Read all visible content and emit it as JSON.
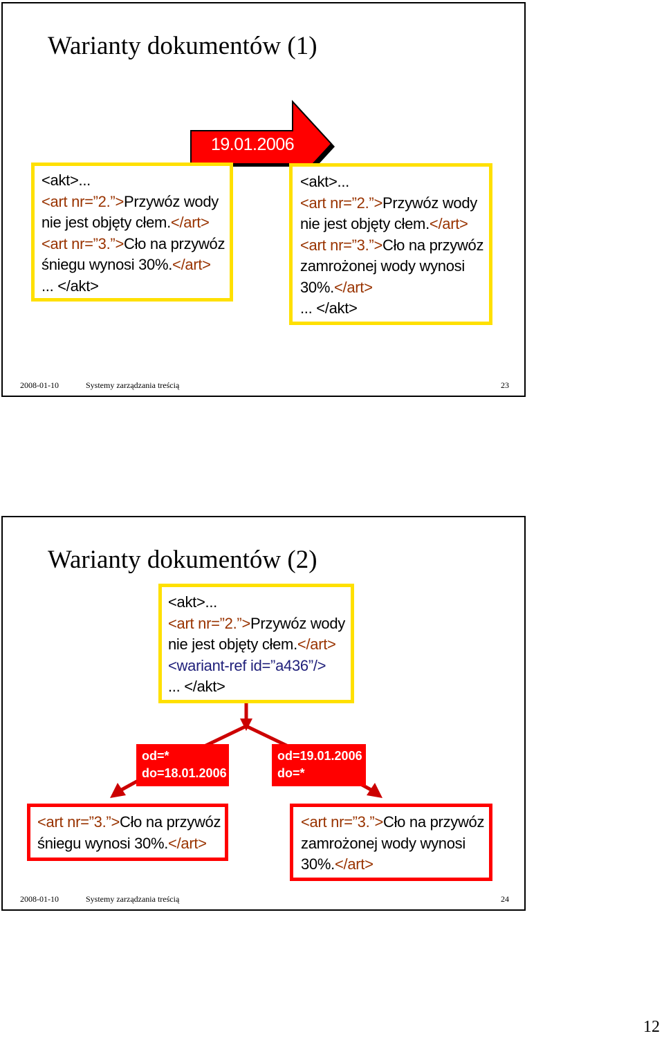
{
  "slide1": {
    "title": "Warianty dokumentów (1)",
    "arrow_date": "19.01.2006",
    "box_left": {
      "l1_a": "<akt>...",
      "l2_a": "<art nr=”2.”>",
      "l2_b": "Przywóz wody",
      "l3_a": "nie jest objęty cłem.",
      "l3_b": "</art>",
      "l4_a": "<art nr=”3.”>",
      "l4_b": "Cło na przywóz",
      "l5_a": "śniegu wynosi 30%.",
      "l5_b": "</art>",
      "l6_a": "... </akt>"
    },
    "box_right": {
      "l1_a": "<akt>...",
      "l2_a": "<art nr=”2.”>",
      "l2_b": "Przywóz wody",
      "l3_a": "nie jest objęty cłem.",
      "l3_b": "</art>",
      "l4_a": "<art nr=”3.”>",
      "l4_b": "Cło na przywóz",
      "l5_a": "zamrożonej wody wynosi",
      "l6_a": "30%.",
      "l6_b": "</art>",
      "l7_a": "... </akt>"
    },
    "footer": {
      "date": "2008-01-10",
      "title": "Systemy zarządzania treścią",
      "page": "23"
    }
  },
  "slide2": {
    "title": "Warianty dokumentów (2)",
    "box_top": {
      "l1_a": "<akt>...",
      "l2_a": "<art nr=”2.”>",
      "l2_b": "Przywóz wody",
      "l3_a": "nie jest objęty cłem.",
      "l3_b": "</art>",
      "l4_a": "<wariant-ref id=”a436”/>",
      "l5_a": "... </akt>"
    },
    "label_left": {
      "l1": "od=*",
      "l2": "do=18.01.2006"
    },
    "label_right": {
      "l1": "od=19.01.2006",
      "l2": "do=*"
    },
    "box_bottom_left": {
      "l1_a": "<art nr=”3.”>",
      "l1_b": "Cło na przywóz",
      "l2_a": "śniegu wynosi 30%.",
      "l2_b": "</art>"
    },
    "box_bottom_right": {
      "l1_a": "<art nr=”3.”>",
      "l1_b": "Cło na przywóz",
      "l2_a": "zamrożonej wody wynosi",
      "l3_a": "30%.",
      "l3_b": "</art>"
    },
    "footer": {
      "date": "2008-01-10",
      "title": "Systemy zarządzania treścią",
      "page": "24"
    }
  },
  "page_number": "12",
  "colors": {
    "tag": "#993300",
    "yellow": "#ffe000",
    "red": "#ff0000",
    "ref": "#1f1f7a"
  }
}
